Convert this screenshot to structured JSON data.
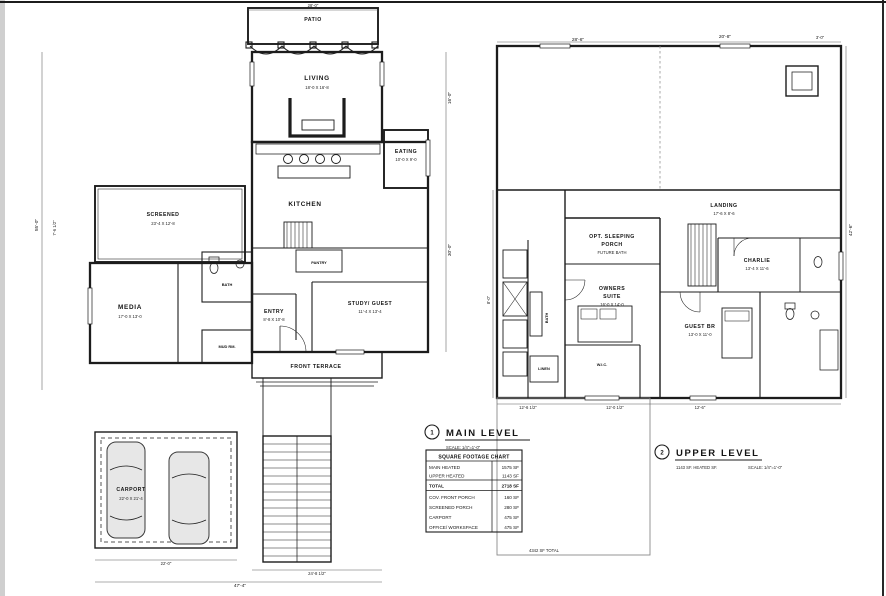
{
  "sheet": {
    "main_level": {
      "marker": "1",
      "title": "MAIN LEVEL",
      "scale": "SCALE: 1/4\"=1'-0\""
    },
    "upper_level": {
      "marker": "2",
      "title": "UPPER LEVEL",
      "heated": "1143 SF. HEATED SF.",
      "scale": "SCALE: 1/4\"=1'-0\""
    },
    "note": "4342 SF TOTAL"
  },
  "main": {
    "rooms": {
      "patio": {
        "label": "PATIO"
      },
      "living": {
        "label": "LIVING",
        "size": "18'-0 X 16'-8"
      },
      "eating": {
        "label": "EATING",
        "size": "10'-0 X 9'-0"
      },
      "kitchen": {
        "label": "KITCHEN"
      },
      "pantry": {
        "label": "PANTRY"
      },
      "screened": {
        "label": "SCREENED",
        "size": "23'-4 X 12'-8"
      },
      "media": {
        "label": "MEDIA",
        "size": "17'-0 X 13'-0"
      },
      "bath": {
        "label": "BATH"
      },
      "entry": {
        "label": "ENTRY",
        "size": "8'-8 X 10'-8"
      },
      "study": {
        "label": "STUDY/ GUEST",
        "size": "11'-4 X 13'-4"
      },
      "mud": {
        "label": "MUD RM."
      },
      "terrace": {
        "label": "FRONT TERRACE"
      },
      "carport": {
        "label": "CARPORT",
        "size": "22'-0 X 21'-4"
      }
    },
    "dims": [
      "55'-0\"",
      "16'-0\"",
      "30'-0\"",
      "47'-4\"",
      "24'-8 1/2\"",
      "28'-0\"",
      "22'-0\"",
      "7'-6 1/2\""
    ]
  },
  "upper": {
    "rooms": {
      "landing": {
        "label": "LANDING",
        "size": "17'-6 X 8'-6"
      },
      "sleeping": {
        "label1": "OPT. SLEEPING",
        "label2": "PORCH",
        "size": "FUTURE BATH"
      },
      "charlie": {
        "label": "CHARLIE",
        "size": "13'-4 X 11'-6"
      },
      "owners": {
        "label1": "OWNERS",
        "label2": "SUITE",
        "size": "16'-0 X 14'-0"
      },
      "bath": {
        "label": "BATH"
      },
      "guest": {
        "label": "GUEST BR",
        "size": "13'-0 X 11'-0"
      },
      "wic": {
        "label": "W.I.C."
      },
      "linen": {
        "label": "LINEN"
      }
    },
    "dims": [
      "28'-6\"",
      "20'-8\"",
      "3'-0\"",
      "42'-6\"",
      "12'-6 1/2\"",
      "12'-0 1/2\"",
      "12'-6\"",
      "8'-0\""
    ]
  },
  "chart": {
    "title": "SQUARE FOOTAGE CHART",
    "rows": [
      {
        "label": "MAIN HEATED",
        "value": "1575 SF"
      },
      {
        "label": "UPPER HEATED",
        "value": "1143 SF"
      },
      {
        "label": "TOTAL",
        "value": "2718 SF"
      },
      {
        "label": "COV. FRONT PORCH",
        "value": "160 SF"
      },
      {
        "label": "SCREENED PORCH",
        "value": "280 SF"
      },
      {
        "label": "CARPORT",
        "value": "475 SF"
      },
      {
        "label": "OFFICE/ WORKSPACE",
        "value": "475 SF"
      }
    ]
  },
  "colors": {
    "line": "#1c1c1c",
    "paper": "#ffffff",
    "car": "#e7e7e7"
  }
}
